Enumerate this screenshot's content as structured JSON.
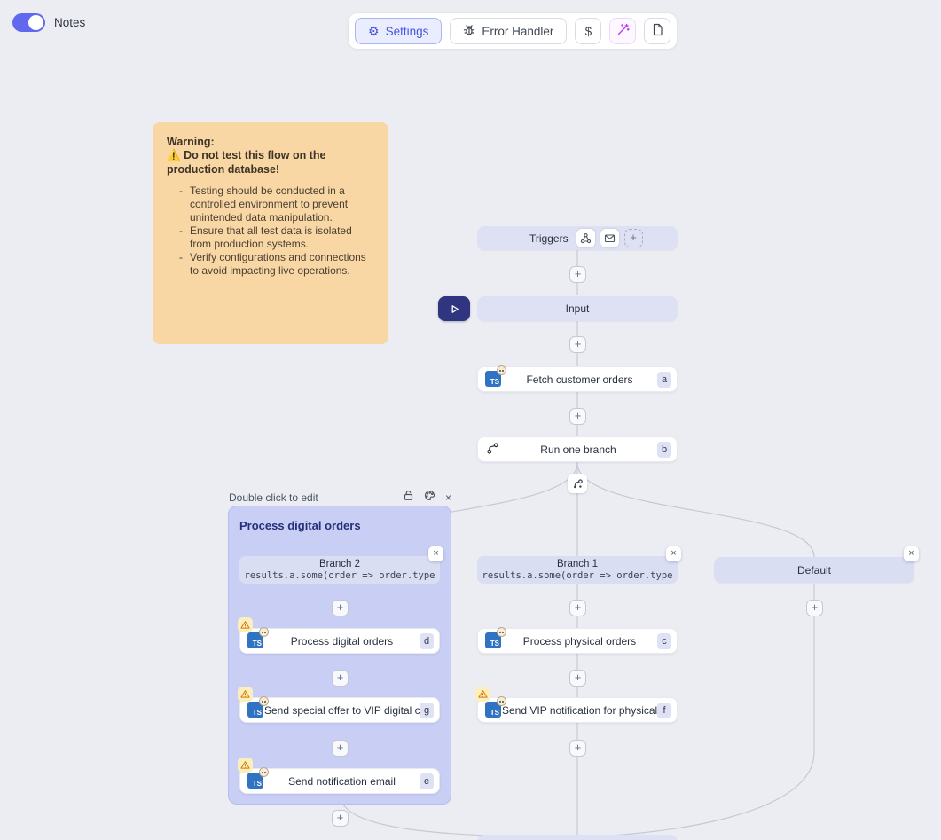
{
  "toolbar": {
    "notes_label": "Notes",
    "settings_label": "Settings",
    "error_handler_label": "Error Handler",
    "dollar_label": "$"
  },
  "icons": {
    "plus": "+",
    "close": "×",
    "gear": "⚙"
  },
  "note": {
    "title": "Warning:",
    "alert_icon": "⚠️",
    "alert": "Do not test this flow on the production database!",
    "bullet_marker": "-",
    "bullets": [
      "Testing should be conducted in a controlled environment to prevent unintended data manipulation.",
      "Ensure that all test data is isolated from production systems.",
      "Verify configurations and connections to avoid impacting live operations."
    ]
  },
  "flow": {
    "triggers": {
      "label": "Triggers"
    },
    "input": {
      "label": "Input"
    },
    "fetch": {
      "label": "Fetch customer orders",
      "badge": "a",
      "lang": "TS"
    },
    "run_one_branch": {
      "label": "Run one branch",
      "badge": "b"
    },
    "group": {
      "hint": "Double click to edit",
      "title": "Process digital orders"
    },
    "branch2": {
      "label": "Branch 2",
      "condition": "results.a.some(order => order.type"
    },
    "process_digital": {
      "label": "Process digital orders",
      "badge": "d",
      "lang": "TS"
    },
    "send_special": {
      "label": "Send special offer to VIP digital c...",
      "badge": "g",
      "lang": "TS"
    },
    "send_email": {
      "label": "Send notification email",
      "badge": "e",
      "lang": "TS"
    },
    "branch1": {
      "label": "Branch 1",
      "condition": "results.a.some(order => order.type"
    },
    "process_physical": {
      "label": "Process physical orders",
      "badge": "c",
      "lang": "TS"
    },
    "send_vip": {
      "label": "Send VIP notification for physical...",
      "badge": "f",
      "lang": "TS"
    },
    "default_branch": {
      "label": "Default"
    }
  },
  "colors": {
    "canvas_bg": "#ecedf3",
    "accent_indigo": "#4654e4",
    "node_lavender": "#dee1f3",
    "group_fill": "#c8cef4",
    "note_fill": "#f8d7a4",
    "warning_orange": "#d97706",
    "wand_purple": "#bb3df0",
    "edge_gray": "#c6c9d5",
    "play_navy": "#30357f",
    "ts_blue": "#3173c3"
  }
}
